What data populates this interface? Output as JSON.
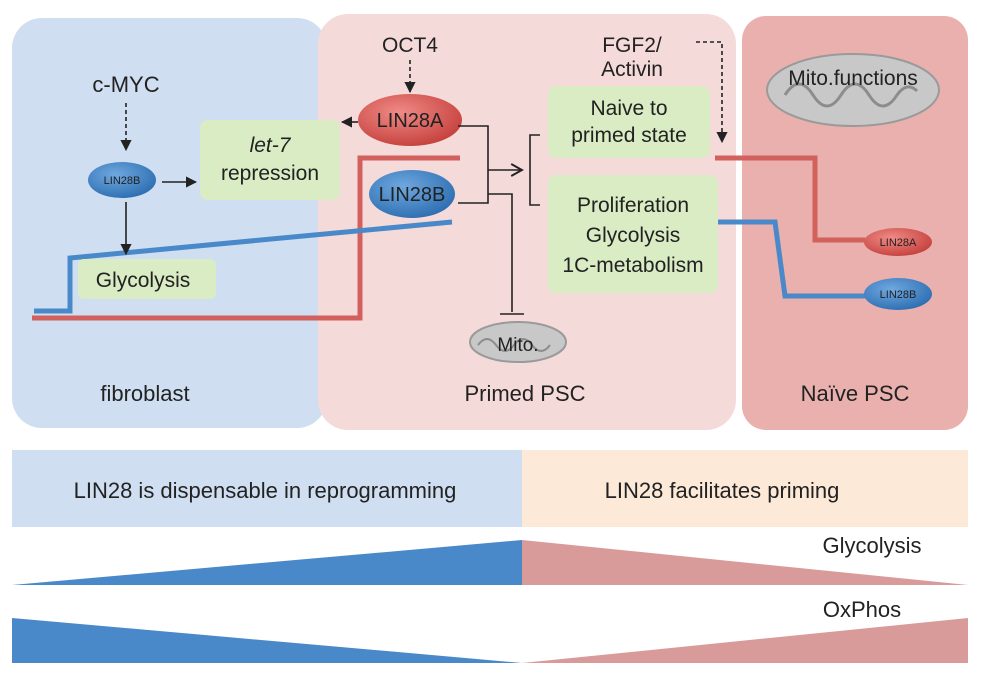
{
  "panels": {
    "fibroblast": "fibroblast",
    "primed": "Primed PSC",
    "naive": "Naïve PSC"
  },
  "nodes": {
    "cmyc": "c-MYC",
    "oct4": "OCT4",
    "fgf2_line1": "FGF2/",
    "fgf2_line2": "Activin",
    "lin28a": "LIN28A",
    "lin28b": "LIN28B",
    "lin28b_small": "LIN28B",
    "let7_italic": "let-7",
    "let7_line2": "repression",
    "glycolysis_box": "Glycolysis",
    "naive_primed_line1": "Naive to",
    "naive_primed_line2": "primed state",
    "prolif_line1": "Proliferation",
    "prolif_line2": "Glycolysis",
    "prolif_line3": "1C-metabolism",
    "mito": "Mito.",
    "mito_functions": "Mito.functions",
    "legend_lin28a": "LIN28A",
    "legend_lin28b": "LIN28B"
  },
  "bottom": {
    "left_banner": "LIN28 is dispensable in reprogramming",
    "right_banner": "LIN28 facilitates priming",
    "glycolysis_label": "Glycolysis",
    "oxphos_label": "OxPhos"
  },
  "colors": {
    "blue_panel": "#cfdff1",
    "pink_panel": "#f5dada",
    "naive_panel": "#e9b0ae",
    "red_line": "#d2605d",
    "blue_line": "#4a89c9",
    "green_box": "#d9ecc4",
    "lin28a_fill": "#d9534f",
    "lin28b_fill": "#3d7fc4",
    "banner_blue": "#cfdff1",
    "banner_peach": "#fce9d8",
    "wedge_blue": "#4a89c9",
    "wedge_pink": "#d99a9a",
    "mito_fill": "#c8c8c8"
  }
}
